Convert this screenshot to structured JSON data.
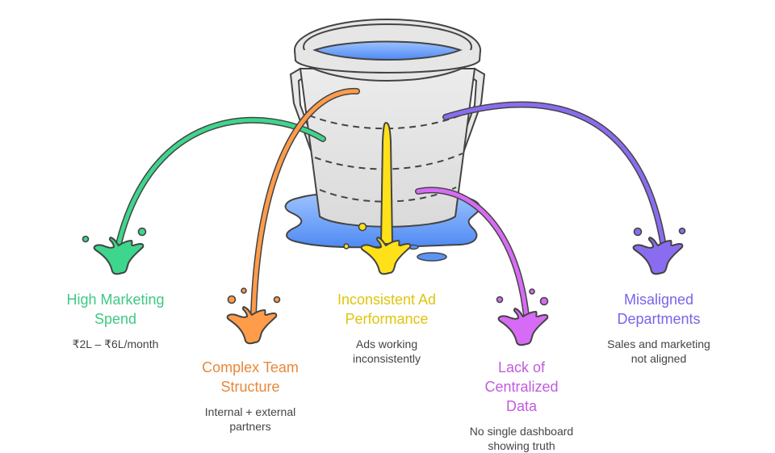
{
  "diagram": {
    "type": "leaky-bucket",
    "colors": {
      "bucket_fill": "#e4e4e4",
      "bucket_stroke": "#444444",
      "water": "#5b93f5",
      "water_light": "#8db6ff"
    },
    "leaks": [
      {
        "id": "high-marketing-spend",
        "title": "High Marketing\nSpend",
        "description": "₹2L – ₹6L/month",
        "color": "#3dd68c",
        "text_color": "#3ec984"
      },
      {
        "id": "complex-team-structure",
        "title": "Complex Team\nStructure",
        "description": "Internal + external\npartners",
        "color": "#ff9c4a",
        "text_color": "#e8883a"
      },
      {
        "id": "inconsistent-ad-performance",
        "title": "Inconsistent Ad\nPerformance",
        "description": "Ads working\ninconsistently",
        "color": "#ffe11a",
        "text_color": "#e0c40e"
      },
      {
        "id": "lack-of-centralized-data",
        "title": "Lack of\nCentralized\nData",
        "description": "No single dashboard\nshowing truth",
        "color": "#d76bf5",
        "text_color": "#c25be0"
      },
      {
        "id": "misaligned-departments",
        "title": "Misaligned\nDepartments",
        "description": "Sales and marketing\nnot aligned",
        "color": "#8a6cf0",
        "text_color": "#7a63e8"
      }
    ]
  }
}
